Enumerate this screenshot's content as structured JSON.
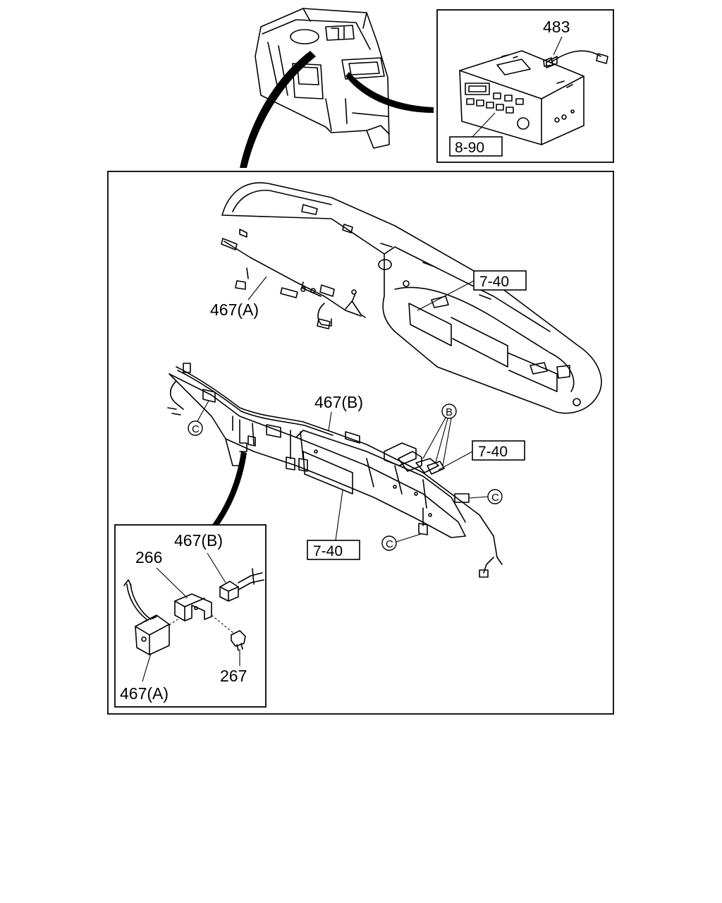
{
  "labels": {
    "part_483": "483",
    "ref_8_90": "8-90",
    "ref_7_40_top": "7-40",
    "part_467a_top": "467(A)",
    "part_467b_main": "467(B)",
    "callout_b": "B",
    "ref_7_40_right": "7-40",
    "callout_c_left": "C",
    "callout_c_right": "C",
    "callout_c_bottom": "C",
    "ref_7_40_bottom": "7-40",
    "part_467b_detail": "467(B)",
    "part_266": "266",
    "part_267": "267",
    "part_467a_detail": "467(A)"
  },
  "icons": [
    "cab-overview",
    "radio-unit",
    "dashboard-panel",
    "wiring-harness",
    "bracket-detail"
  ]
}
